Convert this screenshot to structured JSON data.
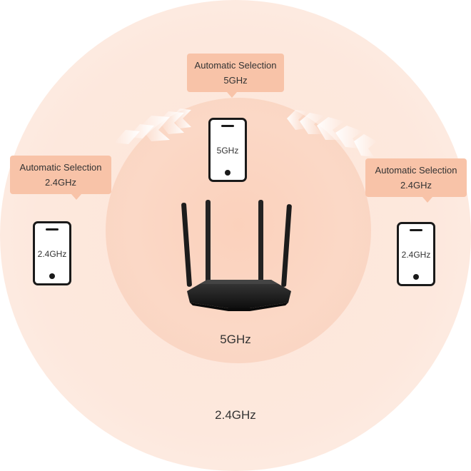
{
  "zones": {
    "inner_label": "5GHz",
    "outer_label": "2.4GHz"
  },
  "bubbles": {
    "top": {
      "line1": "Automatic Selection",
      "line2": "5GHz"
    },
    "left": {
      "line1": "Automatic Selection",
      "line2": "2.4GHz"
    },
    "right": {
      "line1": "Automatic Selection",
      "line2": "2.4GHz"
    }
  },
  "phones": {
    "top": {
      "band": "5GHz"
    },
    "left": {
      "band": "2.4GHz"
    },
    "right": {
      "band": "2.4GHz"
    }
  },
  "colors": {
    "outer_zone": "#fde8dd",
    "inner_zone": "#fbd8c6",
    "bubble": "#f8c3a8",
    "device": "#1a1a1a"
  },
  "icons": {
    "router": "router-icon",
    "phone": "smartphone-icon",
    "arrow": "chevron-arrow-icon"
  }
}
